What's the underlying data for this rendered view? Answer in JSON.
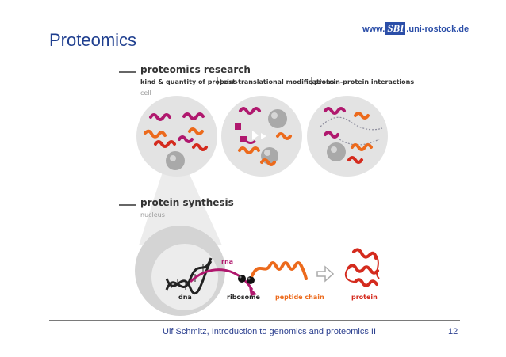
{
  "slide": {
    "title": "Proteomics",
    "logo_prefix": "www.",
    "logo_mark": "SBI",
    "logo_suffix": ".uni-rostock.de"
  },
  "figure": {
    "section1_title": "proteomics research",
    "section1_categories": "kind & quantity of proteins",
    "section1_ptm": "post-translational modifications",
    "section1_ppi": "protein-protein interactions",
    "cell_label": "cell",
    "section2_title": "protein synthesis",
    "nucleus_label": "nucleus",
    "rna_label": "rna",
    "dna_label": "dna",
    "ribosome_label": "ribosome",
    "peptide_label": "peptide chain",
    "protein_label": "protein"
  },
  "colors": {
    "title_blue": "#1f3f8f",
    "magenta": "#b0186e",
    "orange": "#ec6a1c",
    "red": "#d42b1e",
    "dark_gray": "#333333",
    "circle_gray": "#e6e6e6"
  },
  "footer": {
    "text": "Ulf Schmitz, Introduction to genomics and proteomics II",
    "page": "12"
  }
}
